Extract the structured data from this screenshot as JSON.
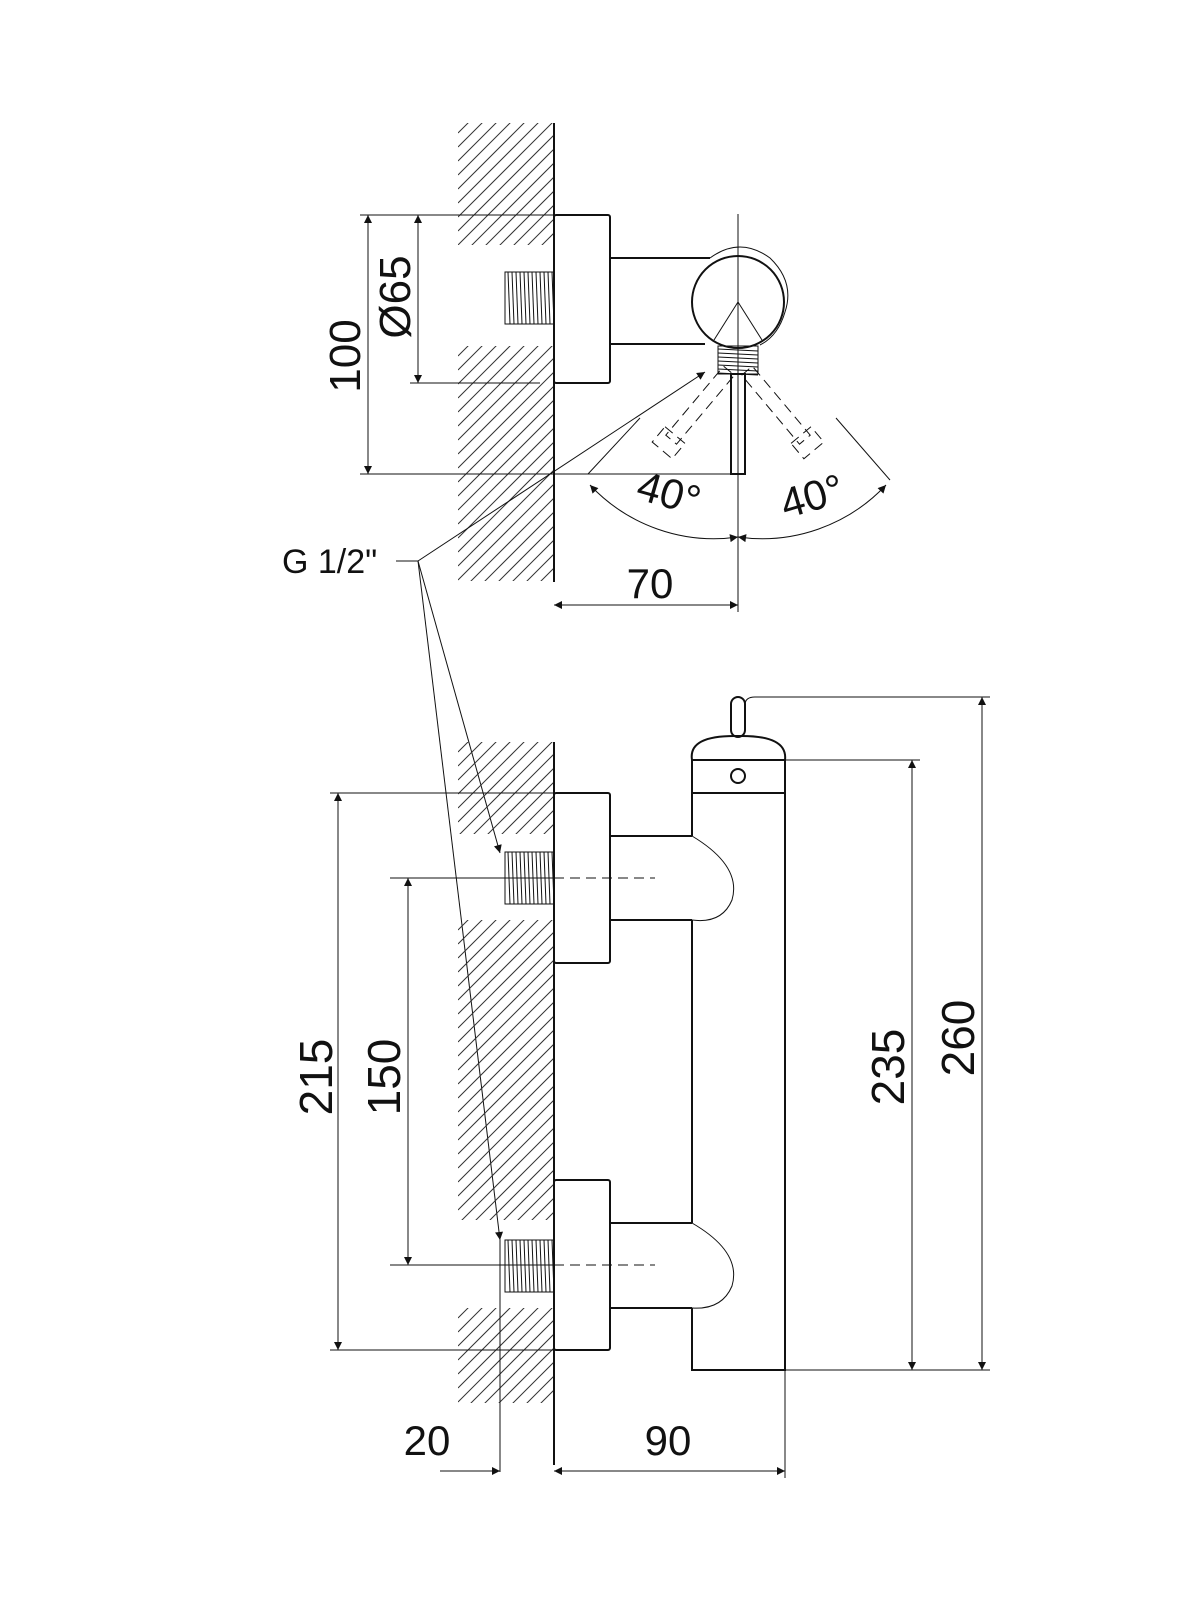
{
  "dimensions": {
    "top_height": "100",
    "diameter": "Ø65",
    "angle_left": "40°",
    "angle_right": "40°",
    "projection_top": "70",
    "thread_label": "G 1/2\"",
    "total_height_a": "215",
    "inlet_spacing": "150",
    "body_height": "235",
    "overall_height": "260",
    "wall_offset": "20",
    "projection_bottom": "90"
  }
}
